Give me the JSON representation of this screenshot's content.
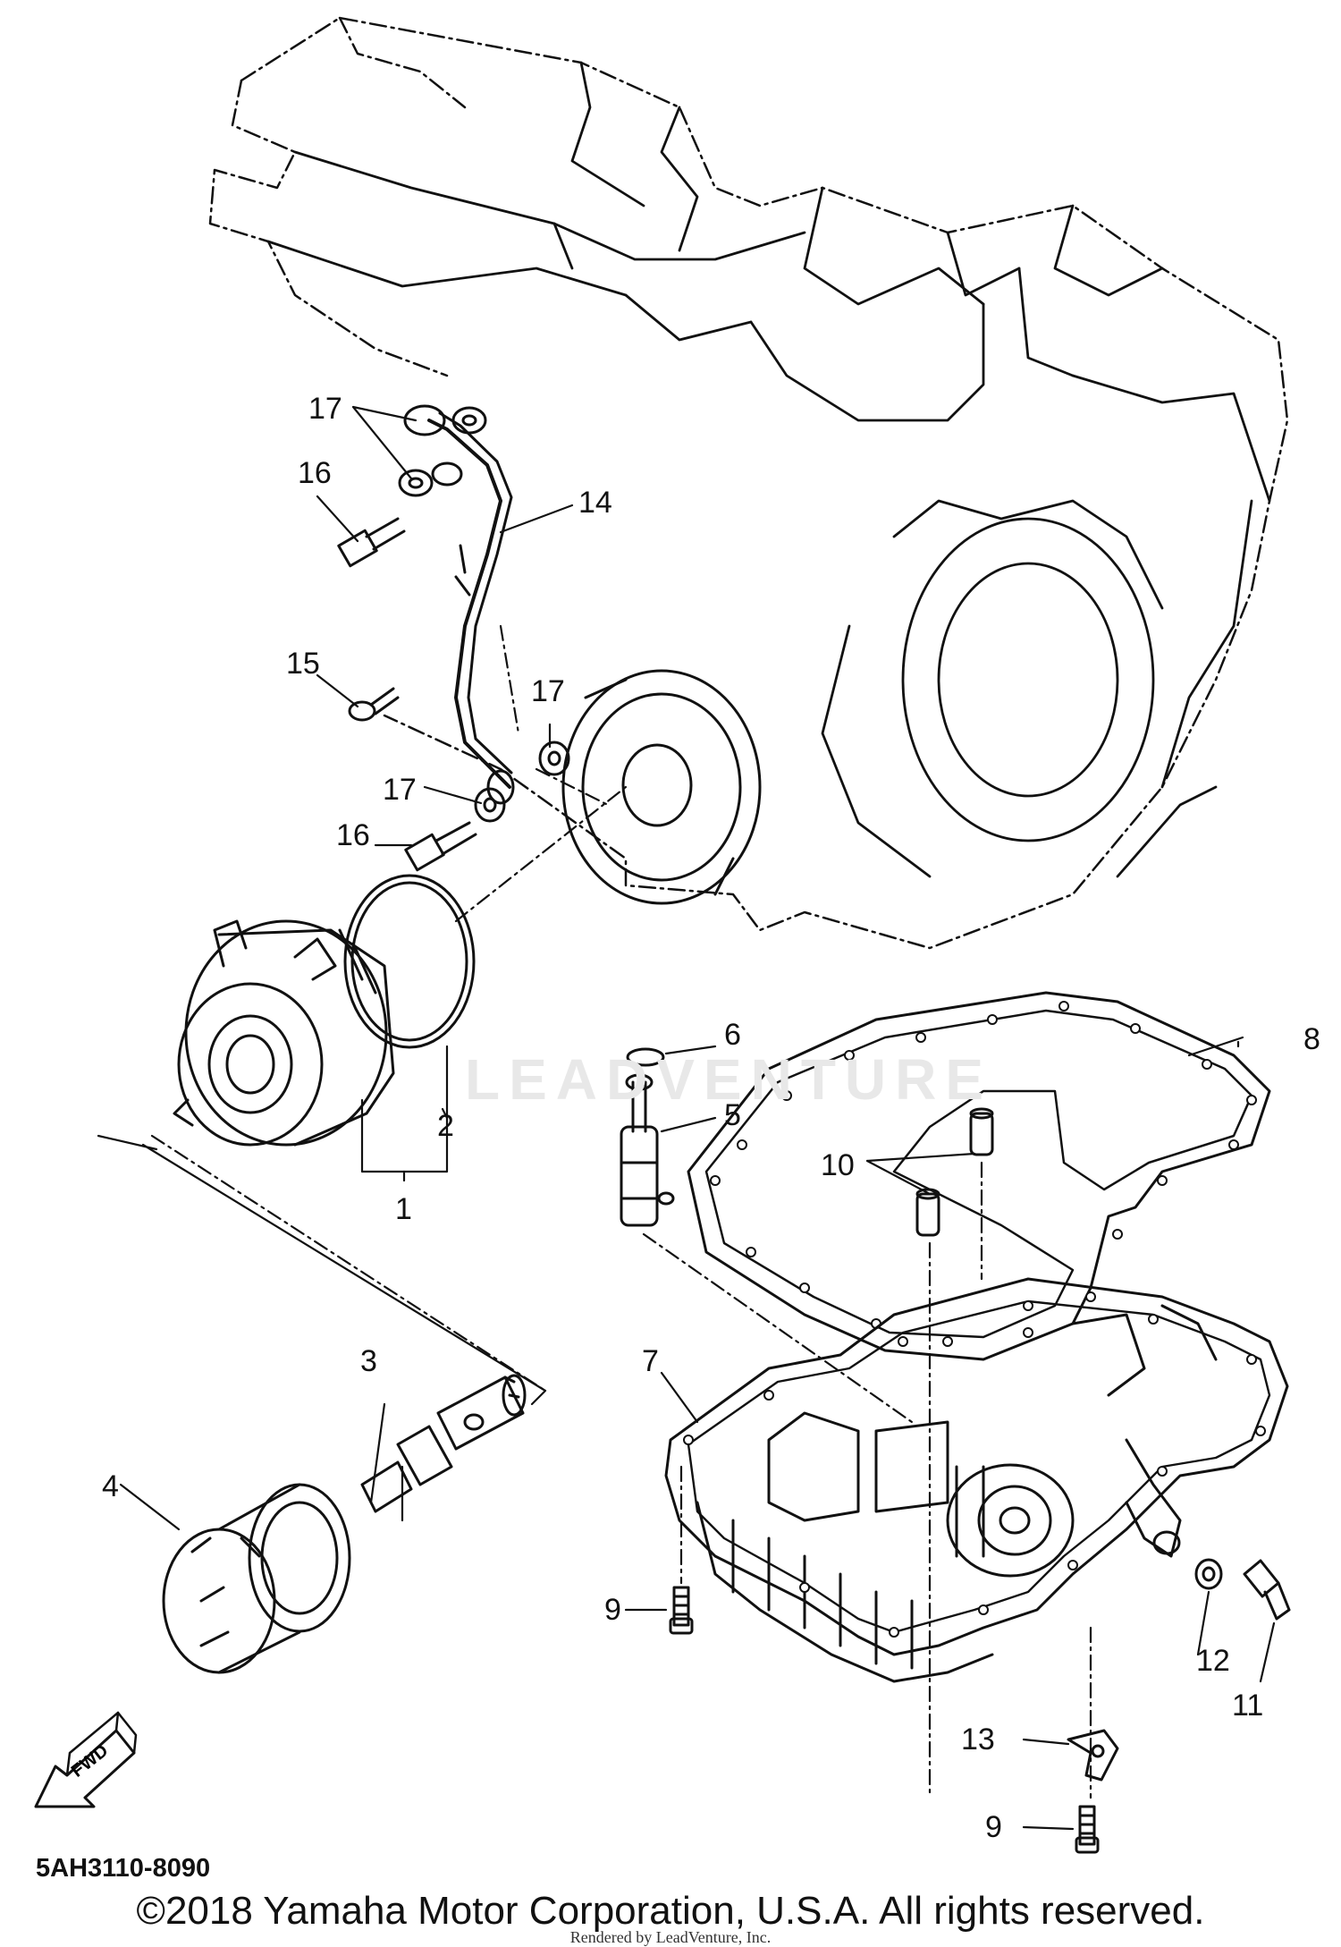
{
  "labels": {
    "p1": "1",
    "p2": "2",
    "p3": "3",
    "p4": "4",
    "p5": "5",
    "p6": "6",
    "p7": "7",
    "p8": "8",
    "p9a": "9",
    "p9b": "9",
    "p10": "10",
    "p11": "11",
    "p12": "12",
    "p13": "13",
    "p14": "14",
    "p15": "15",
    "p16a": "16",
    "p16b": "16",
    "p17a": "17",
    "p17b": "17",
    "p17c": "17"
  },
  "fwd_label": "FWD",
  "diagram_code": "5AH3110-8090",
  "watermark": "LEADVENTURE",
  "copyright": "©2018 Yamaha Motor Corporation, U.S.A. All rights reserved.",
  "rendered_by": "Rendered by LeadVenture, Inc."
}
